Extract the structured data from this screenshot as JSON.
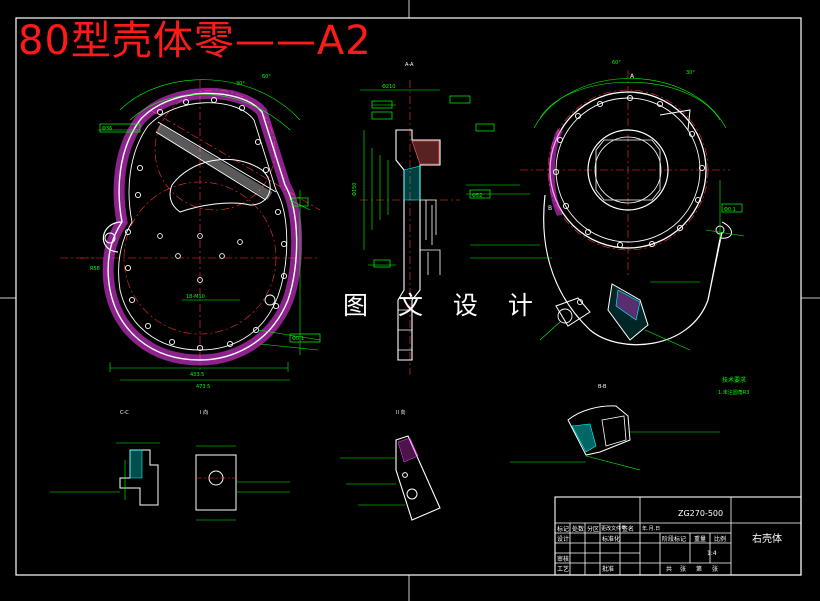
{
  "title_banner": "80型壳体零——A2",
  "watermark": "图 文 设 计",
  "title_block": {
    "drawing_number": "ZG270-500",
    "part_name": "右壳体",
    "scale": "1:4",
    "row_labels": [
      "标记",
      "设计",
      "审核",
      "工艺"
    ],
    "column_labels": [
      "处数",
      "分区",
      "更改文件号",
      "签名",
      "年.月.日"
    ],
    "std_label": "标准化",
    "approve_label": "批准",
    "stage_labels": [
      "阶段标记",
      "重量",
      "比例"
    ],
    "sheet_labels": [
      "共",
      "张",
      "第",
      "张"
    ]
  },
  "view_labels": {
    "section_aa": "A-A",
    "section_bb": "B-B",
    "section_cc": "C-C",
    "detail_i": "I 向",
    "detail_ii": "II 向",
    "tech_title": "技术要求",
    "tech_note": "1.未注圆角R3"
  },
  "dims": {
    "d1": "433.5",
    "d2": "473.5",
    "d3": "Φ52",
    "d4": "Φ36",
    "d5": "Φ150",
    "d6": "Φ210",
    "d7": "60°",
    "d8": "30°",
    "d9": "3.2",
    "d10": "6.3",
    "d11": "12.5",
    "d12": "R58",
    "d13": "18-M10",
    "d14": "Φ0.1",
    "d15": "B",
    "d16": "A"
  },
  "colors": {
    "background": "#000000",
    "outline": "#ffffff",
    "dimension": "#00ff00",
    "center": "#ff3030",
    "hatch": "#ff40ff",
    "section": "#00ffff",
    "note": "#ffff00",
    "banner": "#ff1a1a"
  }
}
